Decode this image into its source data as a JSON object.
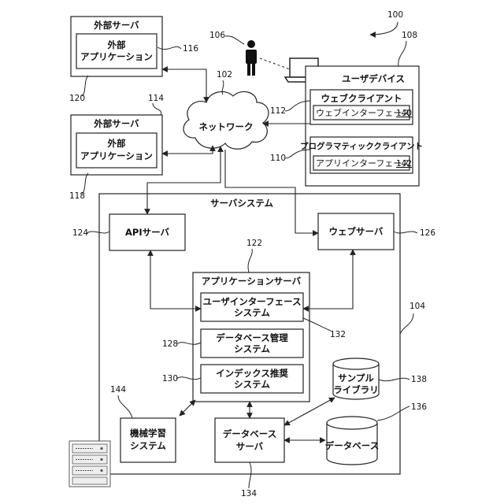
{
  "figure_ref": "100",
  "network": {
    "label": "ネットワーク",
    "ref": "102"
  },
  "user": {
    "ref": "106"
  },
  "user_device": {
    "label": "ユーザデバイス",
    "ref": "108",
    "web_client": {
      "label": "ウェブクライアント",
      "ref": "112",
      "interface": {
        "label": "ウェブインターフェース",
        "ref": "140"
      }
    },
    "programmatic_client": {
      "label": "プログラマティッククライアント",
      "ref": "110",
      "interface": {
        "label": "アプリインターフェース",
        "ref": "142"
      }
    }
  },
  "external_server_1": {
    "label": "外部サーバ",
    "ref": "114",
    "app": {
      "line1": "外部",
      "line2": "アプリケーション",
      "ref": "116"
    },
    "box_ref": "120"
  },
  "external_server_2": {
    "label": "外部サーバ",
    "app": {
      "line1": "外部",
      "line2": "アプリケーション"
    },
    "box_ref": "118"
  },
  "server_system": {
    "label": "サーバシステム",
    "ref": "104"
  },
  "api_server": {
    "label": "APIサーバ",
    "ref": "124"
  },
  "web_server": {
    "label": "ウェブサーバ",
    "ref": "126"
  },
  "app_server": {
    "label": "アプリケーションサーバ",
    "ref": "122",
    "ui_system": {
      "line1": "ユーザインターフェース",
      "line2": "システム",
      "ref": "132"
    },
    "db_mgmt": {
      "line1": "データベース管理",
      "line2": "システム",
      "ref": "128"
    },
    "index_rec": {
      "line1": "インデックス推奨",
      "line2": "システム",
      "ref": "130"
    }
  },
  "ml_system": {
    "line1": "機械学習",
    "line2": "システム",
    "ref": "144"
  },
  "db_server": {
    "line1": "データベース",
    "line2": "サーバ",
    "ref": "134"
  },
  "sample_library": {
    "line1": "サンプル",
    "line2": "ライブラリ",
    "ref": "138"
  },
  "database": {
    "label": "データベース",
    "ref": "136"
  }
}
